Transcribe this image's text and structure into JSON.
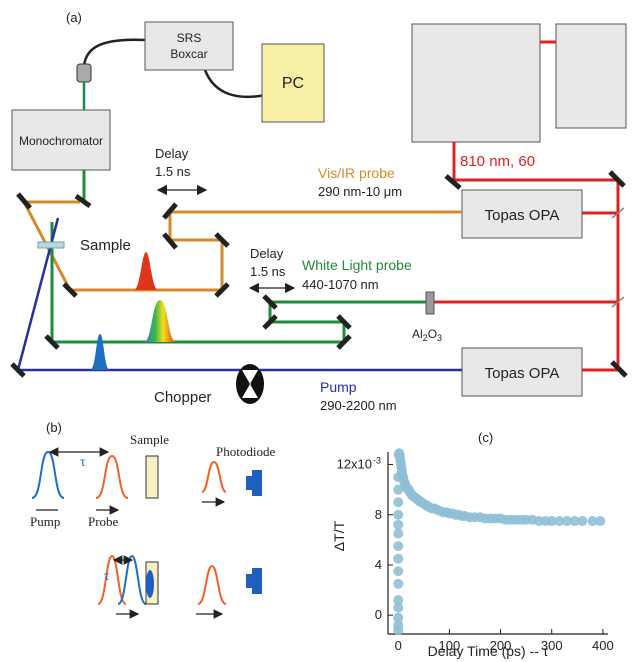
{
  "panel_a": {
    "label": "(a)",
    "srs_box": [
      "SRS",
      "Boxcar"
    ],
    "pc": "PC",
    "monochromator": "Monochromator",
    "delay1": [
      "Delay",
      "1.5 ns"
    ],
    "delay2": [
      "Delay",
      "1.5 ns"
    ],
    "sample": "Sample",
    "visir_probe": [
      "Vis/IR probe",
      "290 nm-10 μm"
    ],
    "white_light_probe": [
      "White Light probe",
      "440-1070 nm"
    ],
    "laser_line": "810 nm, 60",
    "topas_top": "Topas OPA",
    "topas_bottom": "Topas OPA",
    "al2o3": "Al",
    "al2o3_sub1": "2",
    "al2o3_o": "O",
    "al2o3_sub2": "3",
    "chopper": "Chopper",
    "pump": [
      "Pump",
      "290-2200 nm"
    ],
    "colors": {
      "vis_ir": "#d58a2a",
      "white_light": "#1e8a3c",
      "pump": "#2a2fa0",
      "laser": "#e02020"
    }
  },
  "panel_b": {
    "label": "(b)",
    "tau": "τ",
    "sample": "Sample",
    "photodiode": "Photodiode",
    "pump": "Pump",
    "probe": "Probe"
  },
  "panel_c": {
    "label": "(c)"
  },
  "chart_data": {
    "type": "scatter",
    "xlabel": "Delay Time (ps) -- τ",
    "ylabel": "ΔT/T",
    "xlim": [
      -20,
      410
    ],
    "ylim": [
      -1.5,
      13
    ],
    "x_ticks": [
      0,
      100,
      200,
      300,
      400
    ],
    "y_ticks": [
      0,
      4,
      8,
      12
    ],
    "y_tick_labels": [
      "0",
      "4",
      "8",
      "12x10"
    ],
    "y_exponent": "-3",
    "marker_color": "#8fbfd6",
    "series": [
      {
        "x": [
          0,
          0,
          0,
          0,
          0,
          0,
          0,
          0,
          0,
          0,
          0,
          0,
          0,
          0,
          0,
          1,
          2,
          3,
          4,
          5,
          6,
          7,
          8,
          9,
          10,
          12,
          14,
          16,
          18,
          20,
          23,
          26,
          29,
          32,
          35,
          38,
          41,
          45,
          49,
          53,
          57,
          61,
          66,
          71,
          76,
          82,
          88,
          94,
          100,
          106,
          112,
          118,
          124,
          130,
          140,
          150,
          160,
          170,
          180,
          190,
          200,
          210,
          220,
          230,
          240,
          250,
          262,
          275,
          288,
          300,
          315,
          330,
          345,
          360,
          380,
          395
        ],
        "y": [
          -1.2,
          -0.8,
          -0.2,
          0.6,
          1.2,
          2.5,
          3.5,
          4.5,
          5.5,
          6.5,
          7.2,
          8.0,
          9.0,
          10.0,
          11.0,
          12.8,
          12.9,
          12.7,
          12.4,
          12.1,
          11.8,
          11.5,
          11.2,
          11.0,
          10.9,
          10.6,
          10.4,
          10.2,
          10.1,
          10.0,
          9.8,
          9.6,
          9.5,
          9.4,
          9.3,
          9.2,
          9.1,
          9.0,
          8.9,
          8.8,
          8.7,
          8.6,
          8.5,
          8.5,
          8.4,
          8.3,
          8.2,
          8.2,
          8.1,
          8.1,
          8.0,
          8.0,
          7.9,
          7.9,
          7.8,
          7.8,
          7.8,
          7.7,
          7.7,
          7.7,
          7.7,
          7.6,
          7.6,
          7.6,
          7.6,
          7.6,
          7.6,
          7.5,
          7.5,
          7.5,
          7.5,
          7.5,
          7.5,
          7.5,
          7.5,
          7.5
        ]
      }
    ]
  }
}
